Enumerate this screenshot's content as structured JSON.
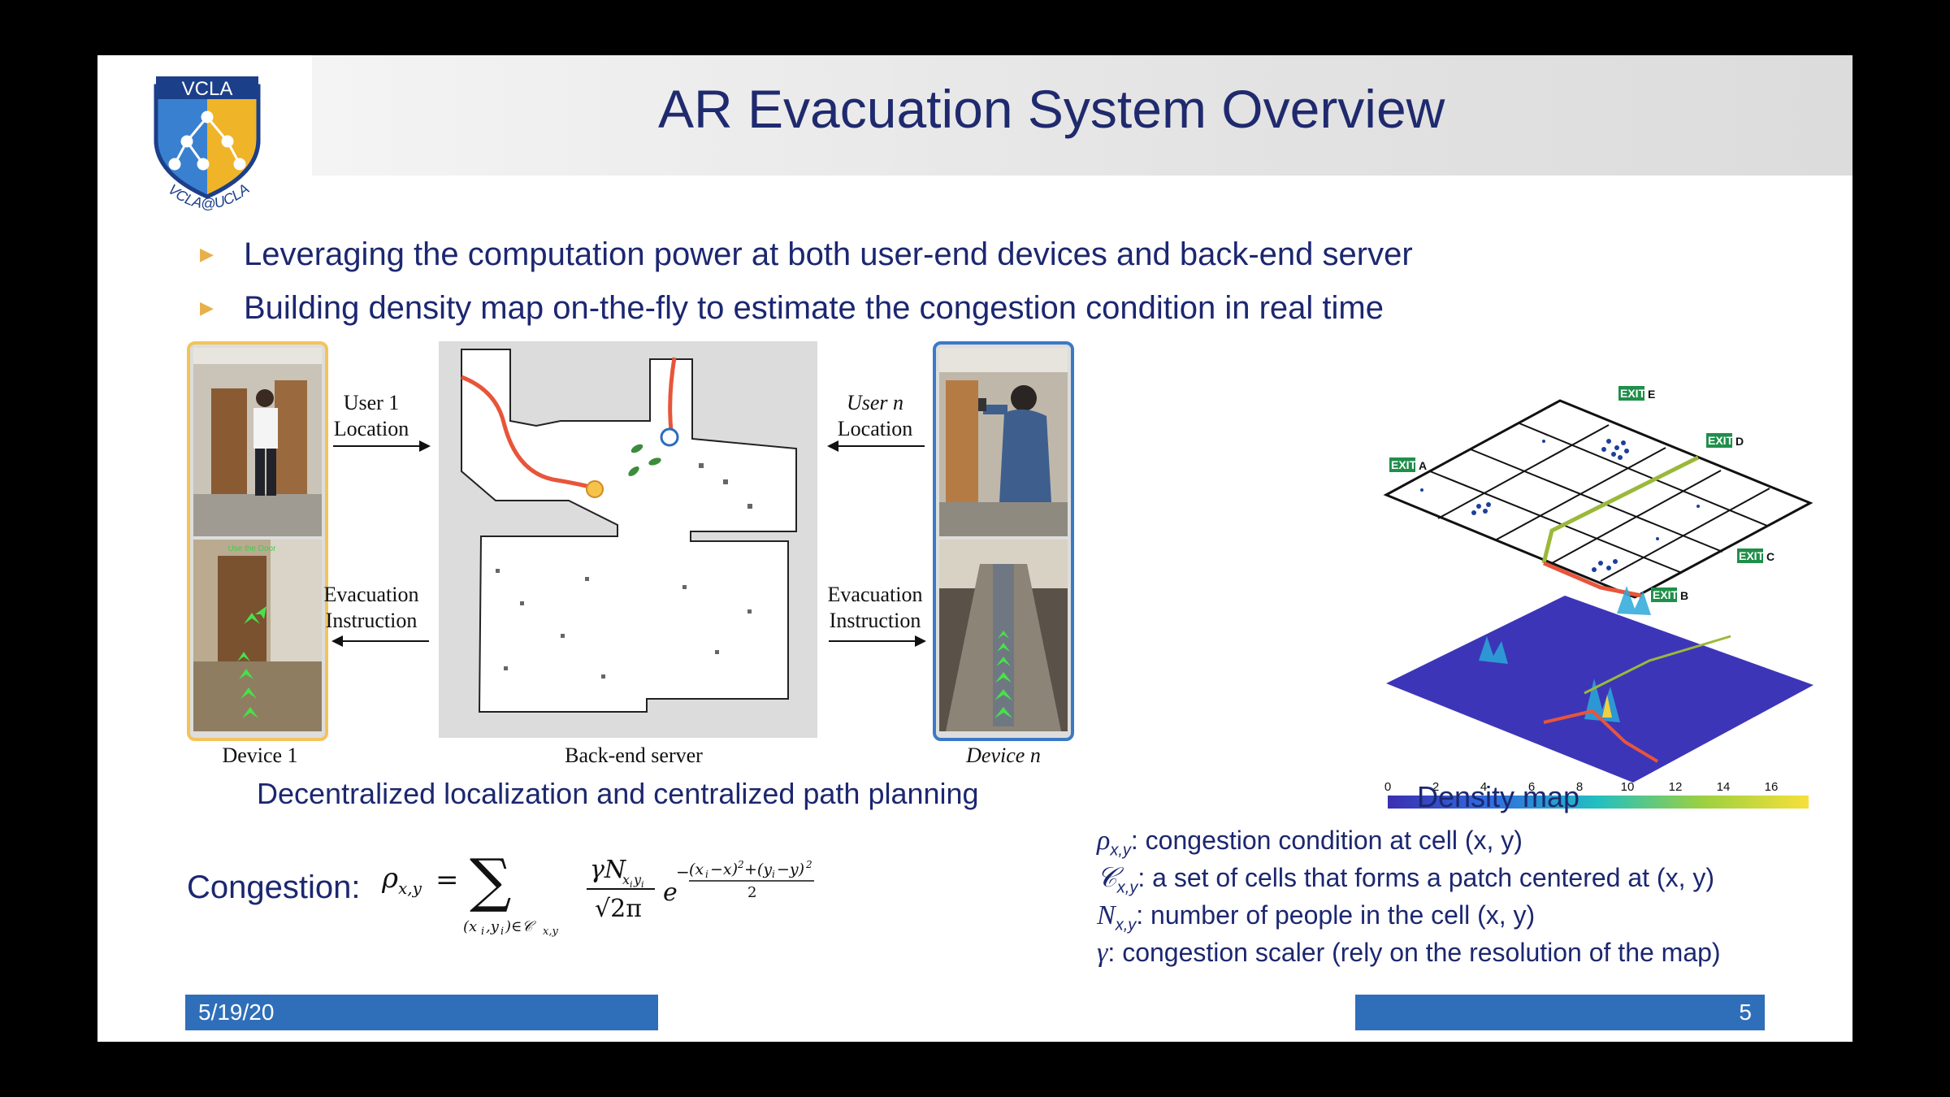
{
  "slide": {
    "logo_text": "VCLA",
    "logo_subtext": "VCLA@UCLA",
    "title": "AR Evacuation System Overview",
    "bullets": [
      "Leveraging the computation power at both user-end devices and back-end server",
      "Building density map on-the-fly to estimate the congestion condition in real time"
    ],
    "diagram": {
      "user1_location": [
        "User 1",
        "Location"
      ],
      "usern_location": [
        "User n",
        "Location"
      ],
      "evac_instruction_left": [
        "Evacuation",
        "Instruction"
      ],
      "evac_instruction_right": [
        "Evacuation",
        "Instruction"
      ],
      "device1_label": "Device 1",
      "server_label": "Back-end server",
      "devicen_label": "Device n",
      "caption": "Decentralized localization and centralized path planning",
      "ar_overlay_text": "Use the Door"
    },
    "density_map": {
      "exits": [
        "A",
        "B",
        "C",
        "D",
        "E"
      ],
      "exit_text": "EXIT",
      "colorbar_ticks": [
        "0",
        "2",
        "4",
        "6",
        "8",
        "10",
        "12",
        "14",
        "16"
      ],
      "caption": "Density map"
    },
    "congestion": {
      "label": "Congestion:",
      "definitions": [
        {
          "symbol": "ρ",
          "sub": "x,y",
          "text": ": congestion condition at cell (x, y)"
        },
        {
          "symbol": "𝒞",
          "sub": "x,y",
          "text": ": a set of cells that forms a patch centered at (x, y)"
        },
        {
          "symbol": "N",
          "sub": "x,y",
          "text": ": number of people in the cell (x, y)"
        },
        {
          "symbol": "γ",
          "sub": "",
          "text": ": congestion scaler (rely on the resolution of the map)"
        }
      ]
    },
    "footer": {
      "date": "5/19/20",
      "page_number": "5"
    },
    "colors": {
      "title": "#1f2a6e",
      "text": "#1c2770",
      "bullet_marker": "#e8b04b",
      "footer": "#2f6fba",
      "device1_border": "#f3c35a",
      "devicen_border": "#3b79c6"
    }
  }
}
